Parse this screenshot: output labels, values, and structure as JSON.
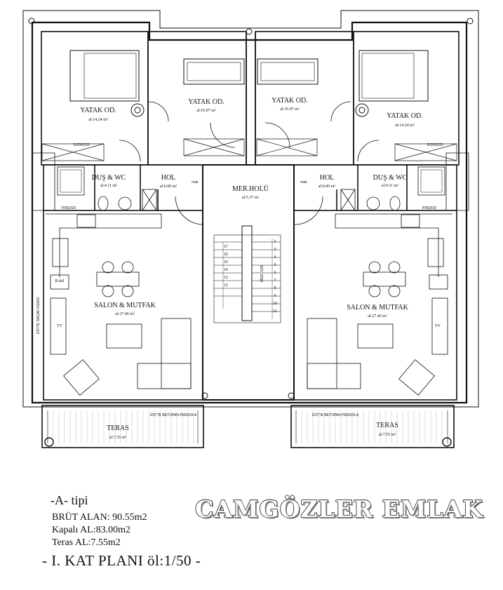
{
  "plan": {
    "rooms": {
      "bed_left": {
        "name": "YATAK OD.",
        "area": "al:14.24 m²"
      },
      "bed2_left": {
        "name": "YATAK OD.",
        "area": "al:10.97 m²"
      },
      "bed2_right": {
        "name": "YATAK OD.",
        "area": "al:10.97 m²"
      },
      "bed_right": {
        "name": "YATAK OD.",
        "area": "al:14.24 m²"
      },
      "bath_left": {
        "name": "DUŞ & WC",
        "area": "al:4.11 m²"
      },
      "bath_right": {
        "name": "DUŞ & WC",
        "area": "al:4.11 m²"
      },
      "hall_left": {
        "name": "HOL",
        "area": "al:6.00 m²"
      },
      "hall_right": {
        "name": "HOL",
        "area": "al:6.00 m²"
      },
      "stair_hall": {
        "name": "MER.HOLÜ",
        "area": "al:5.37 m²"
      },
      "salon_left": {
        "name": "SALON & MUTFAK",
        "area": "al:27.46 m²"
      },
      "salon_right": {
        "name": "SALON & MUTFAK",
        "area": "al:27.46 m²"
      },
      "terrace_left": {
        "name": "TERAS",
        "area": "al:7.55 m²"
      },
      "terrace_right": {
        "name": "TERAS",
        "area": "al:7.55 m²"
      }
    },
    "labels": {
      "tv": "TV",
      "b_dol": "B.dol",
      "d_code": "D/200/220",
      "p_code": "P/50/220",
      "pergola": "ÜSTTE BETOPAN PERGOLA",
      "roof": "ÜSTTE SAÇAK HİZASI",
      "stair": "MER. 0/28",
      "mak": "mak"
    },
    "stair_steps_left": [
      "17",
      "16",
      "15",
      "14",
      "13",
      "12"
    ],
    "stair_steps_right": [
      "2",
      "3",
      "4",
      "5",
      "6",
      "7",
      "8",
      "9",
      "10",
      "11"
    ]
  },
  "footer": {
    "type_title": "-A-  tipi",
    "gross": "BRÜT ALAN: 90.55m2",
    "closed": "Kapalı AL:83.00m2",
    "terrace": "Teras  AL:7.55m2",
    "plan_title": "- I.   KAT PLANI   öl:1/50 -",
    "brand": "CAMGÖZLER EMLAK"
  }
}
